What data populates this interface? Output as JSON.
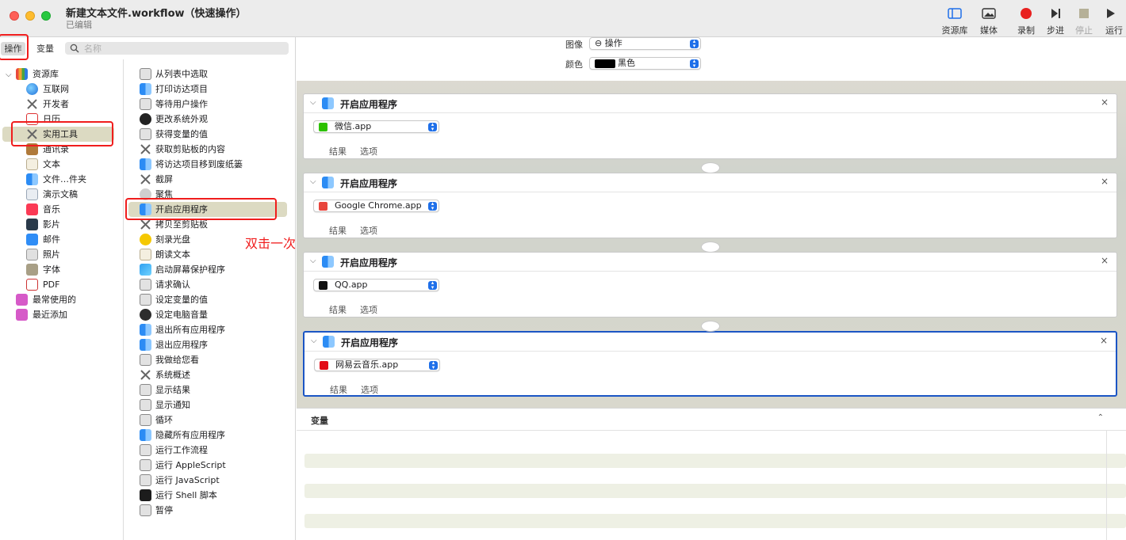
{
  "window": {
    "title": "新建文本文件.workflow（快速操作）",
    "subtitle": "已编辑"
  },
  "toolbar": {
    "library": "资源库",
    "media": "媒体",
    "record": "录制",
    "step": "步进",
    "stop": "停止",
    "run": "运行",
    "colors": {
      "record": "#e8201f",
      "accent": "#1b55c4"
    }
  },
  "left": {
    "tab_actions": "操作",
    "tab_variables": "变量",
    "search_placeholder": "名称"
  },
  "library": {
    "root": "资源库",
    "items": [
      "互联网",
      "开发者",
      "日历",
      "实用工具",
      "通讯录",
      "文本",
      "文件…件夹",
      "演示文稿",
      "音乐",
      "影片",
      "邮件",
      "照片",
      "字体",
      "PDF"
    ],
    "selected": "实用工具",
    "smart": [
      "最常使用的",
      "最近添加"
    ]
  },
  "actions": {
    "items": [
      "从列表中选取",
      "打印访达项目",
      "等待用户操作",
      "更改系统外观",
      "获得变量的值",
      "获取剪贴板的内容",
      "将访达项目移到废纸篓",
      "截屏",
      "聚焦",
      "开启应用程序",
      "拷贝至剪贴板",
      "刻录光盘",
      "朗读文本",
      "启动屏幕保护程序",
      "请求确认",
      "设定变量的值",
      "设定电脑音量",
      "退出所有应用程序",
      "退出应用程序",
      "我做给您看",
      "系统概述",
      "显示结果",
      "显示通知",
      "循环",
      "隐藏所有应用程序",
      "运行工作流程",
      "运行 AppleScript",
      "运行 JavaScript",
      "运行 Shell 脚本",
      "暂停"
    ],
    "selected": "开启应用程序"
  },
  "annotation": "双击一次，则在右侧的工作区添加一项",
  "workflow": {
    "image_label": "图像",
    "image_value": "⊖ 操作",
    "color_label": "颜色",
    "color_value": "黑色",
    "blocks": [
      {
        "title": "开启应用程序",
        "app": "微信.app",
        "results": "结果",
        "options": "选项",
        "app_color": "#2dc100"
      },
      {
        "title": "开启应用程序",
        "app": "Google Chrome.app",
        "results": "结果",
        "options": "选项",
        "app_color": "#e8453c"
      },
      {
        "title": "开启应用程序",
        "app": "QQ.app",
        "results": "结果",
        "options": "选项",
        "app_color": "#111111"
      },
      {
        "title": "开启应用程序",
        "app": "网易云音乐.app",
        "results": "结果",
        "options": "选项",
        "app_color": "#e20c17"
      }
    ],
    "close_symbol": "×"
  },
  "variables": {
    "title": "变量"
  }
}
